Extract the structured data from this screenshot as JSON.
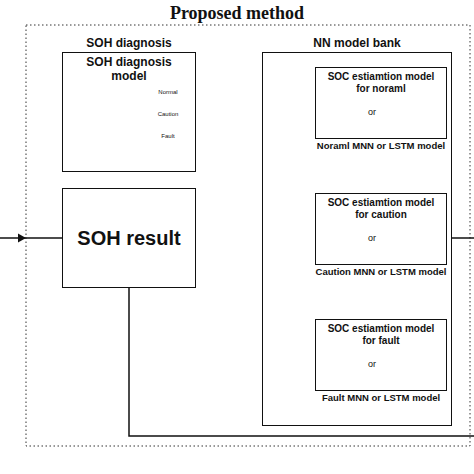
{
  "diagram": {
    "title": "Proposed method",
    "nodes": [
      {
        "text": [
          "SOH diagnosis",
          "SOH diagnosis model"
        ]
      },
      {
        "text": [
          "SOH result"
        ]
      },
      {
        "text": [
          "NN model bank"
        ]
      },
      {
        "text": [
          "SOC estiamtion model for noraml",
          "Noraml MNN or LSTM model"
        ],
        "in": 2
      },
      {
        "text": [
          "SOC estiamtion model for caution",
          "Caution MNN or LSTM model"
        ],
        "in": 2
      },
      {
        "text": [
          "SOC estiamtion model for fault",
          "Fault MNN or LSTM model"
        ],
        "in": 2
      }
    ],
    "edges": [
      {
        "from": 0,
        "to": 1,
        "arrow": "none"
      },
      {
        "from": 1,
        "to": 3,
        "arrow": "none"
      },
      {
        "from": 1,
        "to": 4,
        "arrow": "none"
      },
      {
        "from": 1,
        "to": 5,
        "arrow": "none"
      }
    ],
    "labels": [
      "Normal",
      "Caution",
      "Fault",
      "or",
      "or",
      "or"
    ]
  }
}
